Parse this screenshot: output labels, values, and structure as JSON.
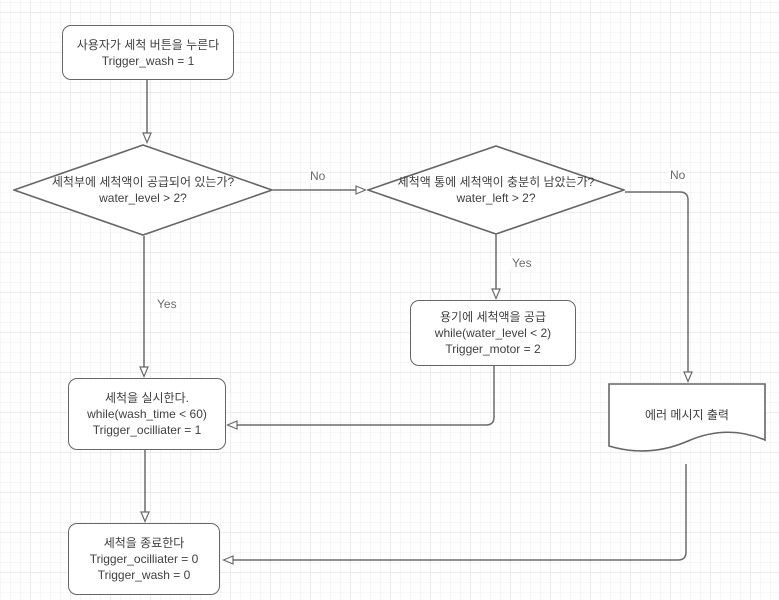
{
  "diagram": {
    "type": "flowchart",
    "language": "Korean",
    "colors": {
      "shape_border": "#666666",
      "shape_fill": "#ffffff",
      "text": "#404040",
      "edge_label_text": "#6b6b6b",
      "grid_minor": "#f6f6f6",
      "grid_major": "#ececec",
      "background": "#ffffff"
    }
  },
  "nodes": [
    {
      "id": "start",
      "shape": "rounded-rectangle",
      "lines": [
        "사용자가 세척 버튼을 누른다",
        "Trigger_wash = 1"
      ]
    },
    {
      "id": "check-supply",
      "shape": "diamond",
      "lines": [
        "세척부에 세척액이 공급되어 있는가?",
        "water_level > 2?"
      ]
    },
    {
      "id": "check-tank",
      "shape": "diamond",
      "lines": [
        "세척액 통에 세척액이 충분히 남았는가?",
        "water_left > 2?"
      ]
    },
    {
      "id": "supply",
      "shape": "rounded-rectangle",
      "lines": [
        "용기에 세척액을 공급",
        "while(water_level < 2)",
        "Trigger_motor = 2"
      ]
    },
    {
      "id": "wash",
      "shape": "rounded-rectangle",
      "lines": [
        "세척을 실시한다.",
        "while(wash_time < 60)",
        "Trigger_ocilliater = 1"
      ]
    },
    {
      "id": "error-doc",
      "shape": "document",
      "lines": [
        "에러 메시지 출력"
      ]
    },
    {
      "id": "end",
      "shape": "rounded-rectangle",
      "lines": [
        "세척을 종료한다",
        "Trigger_ocilliater = 0",
        "Trigger_wash = 0"
      ]
    }
  ],
  "edges": [
    {
      "from": "start",
      "to": "check-supply",
      "label": ""
    },
    {
      "from": "check-supply",
      "to": "check-tank",
      "label": "No"
    },
    {
      "from": "check-supply",
      "to": "wash",
      "label": "Yes"
    },
    {
      "from": "check-tank",
      "to": "supply",
      "label": "Yes"
    },
    {
      "from": "check-tank",
      "to": "error-doc",
      "label": "No"
    },
    {
      "from": "supply",
      "to": "wash",
      "label": ""
    },
    {
      "from": "error-doc",
      "to": "end",
      "label": ""
    },
    {
      "from": "wash",
      "to": "end",
      "label": ""
    }
  ]
}
